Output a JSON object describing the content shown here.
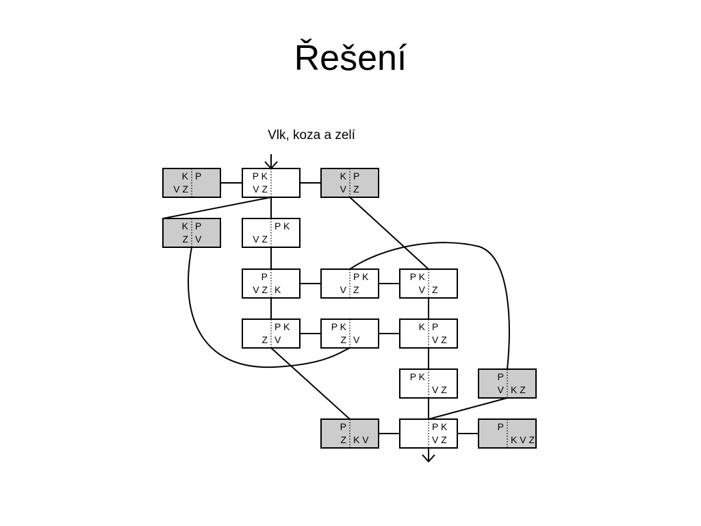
{
  "slide": {
    "title": "Řešení"
  },
  "diagram": {
    "caption": "Vlk, koza a zelí",
    "states": [
      {
        "id": "s1",
        "safe": true,
        "left_top": "P K",
        "left_bottom": "V Z",
        "right_top": "",
        "right_bottom": ""
      },
      {
        "id": "s2",
        "safe": false,
        "left_top": "K",
        "left_bottom": "V Z",
        "right_top": "P",
        "right_bottom": ""
      },
      {
        "id": "s3",
        "safe": false,
        "left_top": "K",
        "left_bottom": "V",
        "right_top": "P",
        "right_bottom": "Z"
      },
      {
        "id": "s4",
        "safe": false,
        "left_top": "K",
        "left_bottom": "Z",
        "right_top": "P",
        "right_bottom": "V"
      },
      {
        "id": "s5",
        "safe": true,
        "left_top": "",
        "left_bottom": "V Z",
        "right_top": "P K",
        "right_bottom": ""
      },
      {
        "id": "s6",
        "safe": true,
        "left_top": "P",
        "left_bottom": "V Z",
        "right_top": "",
        "right_bottom": "K"
      },
      {
        "id": "s7",
        "safe": true,
        "left_top": "",
        "left_bottom": "V",
        "right_top": "P K",
        "right_bottom": "Z"
      },
      {
        "id": "s8",
        "safe": true,
        "left_top": "P K",
        "left_bottom": "V",
        "right_top": "",
        "right_bottom": "Z"
      },
      {
        "id": "s9",
        "safe": true,
        "left_top": "",
        "left_bottom": "Z",
        "right_top": "P K",
        "right_bottom": "V"
      },
      {
        "id": "s10",
        "safe": true,
        "left_top": "P K",
        "left_bottom": "Z",
        "right_top": "",
        "right_bottom": "V"
      },
      {
        "id": "s11",
        "safe": true,
        "left_top": "K",
        "left_bottom": "",
        "right_top": "P",
        "right_bottom": "V Z"
      },
      {
        "id": "s12",
        "safe": true,
        "left_top": "P K",
        "left_bottom": "",
        "right_top": "",
        "right_bottom": "V Z"
      },
      {
        "id": "s13",
        "safe": false,
        "left_top": "P",
        "left_bottom": "V",
        "right_top": "",
        "right_bottom": "K Z"
      },
      {
        "id": "s14",
        "safe": false,
        "left_top": "P",
        "left_bottom": "Z",
        "right_top": "",
        "right_bottom": "K V"
      },
      {
        "id": "s15",
        "safe": true,
        "left_top": "",
        "left_bottom": "",
        "right_top": "P K",
        "right_bottom": "V Z"
      },
      {
        "id": "s16",
        "safe": false,
        "left_top": "P",
        "left_bottom": "",
        "right_top": "",
        "right_bottom": "K V Z"
      }
    ],
    "edges": [
      [
        "s2",
        "s1"
      ],
      [
        "s1",
        "s3"
      ],
      [
        "s1",
        "s4"
      ],
      [
        "s1",
        "s5"
      ],
      [
        "s3",
        "s11"
      ],
      [
        "s4",
        "s10"
      ],
      [
        "s5",
        "s6"
      ],
      [
        "s6",
        "s7"
      ],
      [
        "s7",
        "s8"
      ],
      [
        "s7",
        "s13"
      ],
      [
        "s6",
        "s9"
      ],
      [
        "s9",
        "s10"
      ],
      [
        "s9",
        "s14"
      ],
      [
        "s8",
        "s11"
      ],
      [
        "s11",
        "s12"
      ],
      [
        "s12",
        "s15"
      ],
      [
        "s13",
        "s15"
      ],
      [
        "s15",
        "s16"
      ]
    ]
  },
  "style": {
    "unsafe_fill": "#cccccc",
    "safe_fill": "#ffffff",
    "stroke": "#000000"
  }
}
